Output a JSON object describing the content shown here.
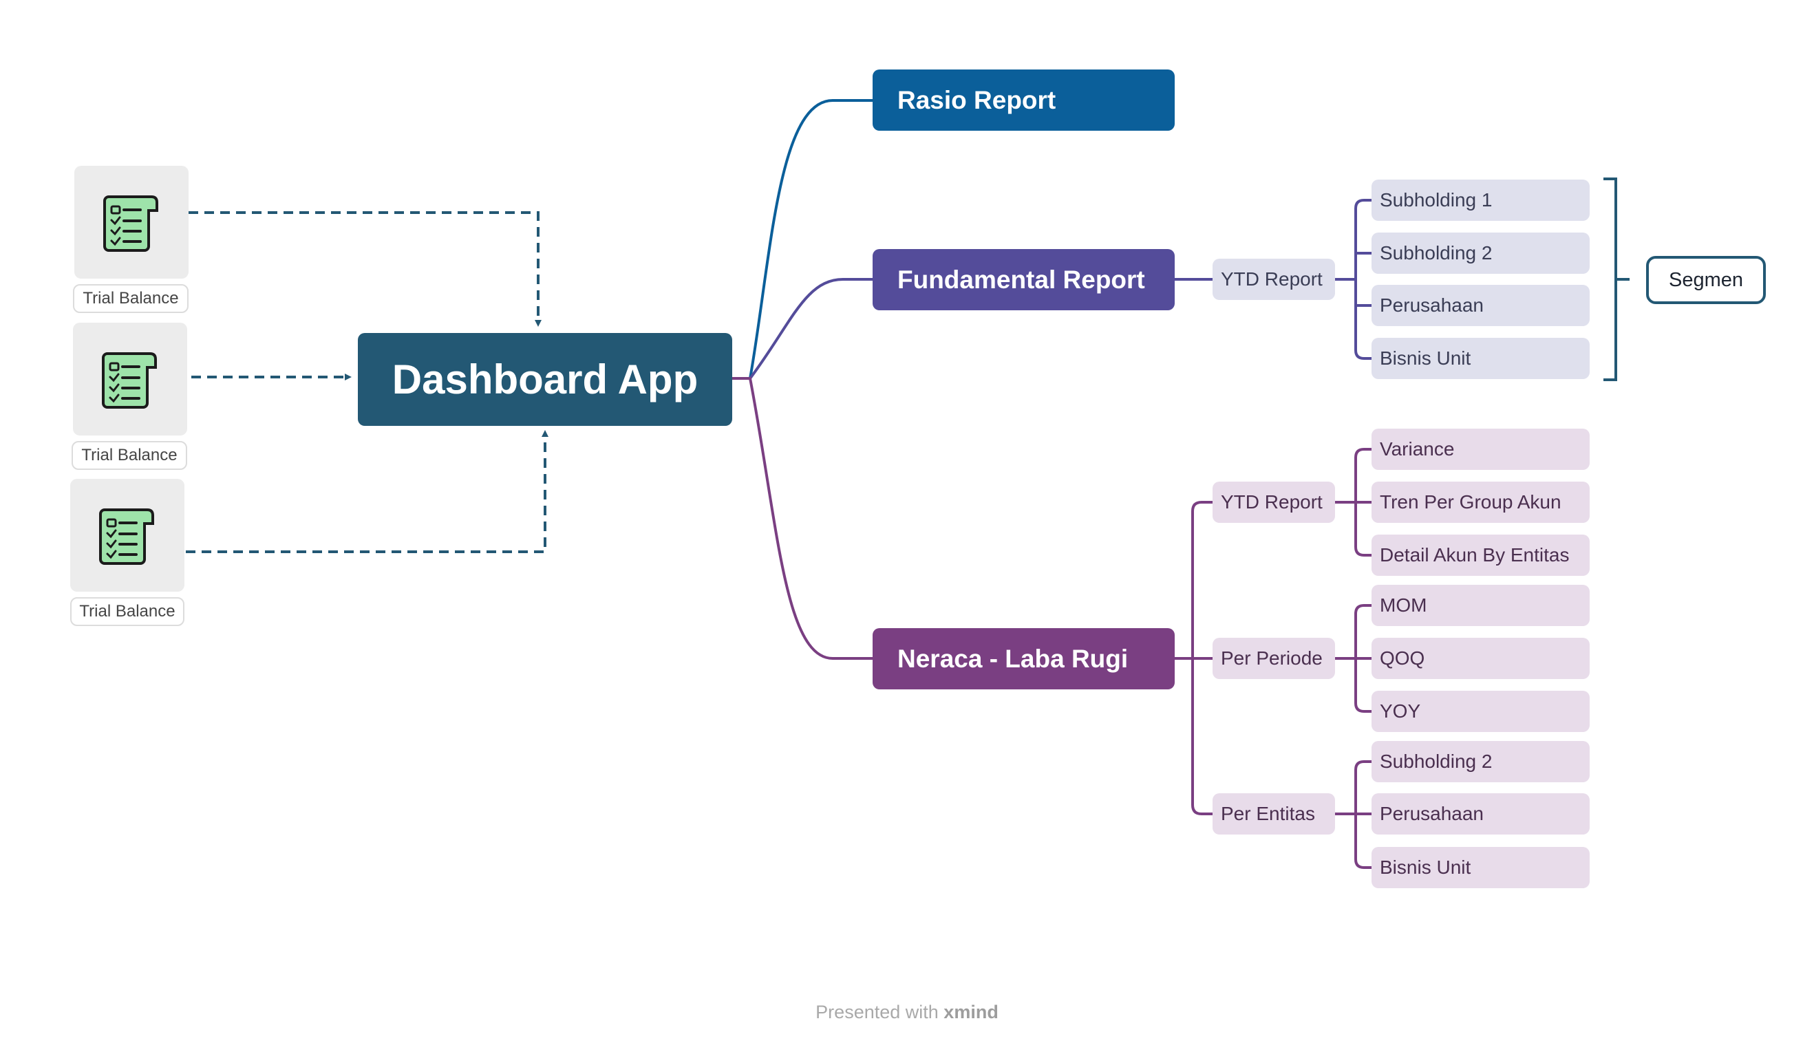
{
  "central": {
    "label": "Dashboard App",
    "color": "#235874"
  },
  "sources": [
    {
      "label": "Trial Balance",
      "icon": "checklist-scroll-icon"
    },
    {
      "label": "Trial Balance",
      "icon": "checklist-scroll-icon"
    },
    {
      "label": "Trial Balance",
      "icon": "checklist-scroll-icon"
    }
  ],
  "branches": {
    "rasio": {
      "label": "Rasio Report",
      "color": "#0b5f9a"
    },
    "fundamental": {
      "label": "Fundamental Report",
      "color": "#544c9a",
      "child": "YTD Report",
      "leaves": [
        "Subholding 1",
        "Subholding 2",
        "Perusahaan",
        "Bisnis Unit"
      ],
      "summary": "Segmen"
    },
    "neraca": {
      "label": "Neraca - Laba Rugi",
      "color": "#7a3f82",
      "groups": [
        {
          "label": "YTD Report",
          "leaves": [
            "Variance",
            "Tren Per Group Akun",
            "Detail Akun By Entitas"
          ]
        },
        {
          "label": "Per Periode",
          "leaves": [
            "MOM",
            "QOQ",
            "YOY"
          ]
        },
        {
          "label": "Per Entitas",
          "leaves": [
            "Subholding 2",
            "Perusahaan",
            "Bisnis Unit"
          ]
        }
      ]
    }
  },
  "footer": {
    "prefix": "Presented with",
    "brand": "xmind"
  }
}
